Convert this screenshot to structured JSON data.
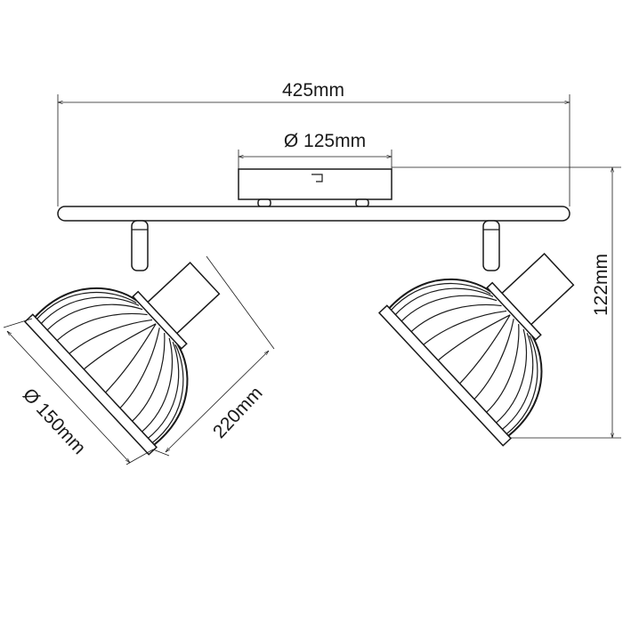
{
  "dimensions": {
    "width_total": "425mm",
    "canopy_diameter": "Ø 125mm",
    "height": "122mm",
    "shade_diameter": "Ø 150mm",
    "spot_length": "220mm"
  },
  "colors": {
    "line": "#1a1a1a",
    "background": "#ffffff"
  }
}
